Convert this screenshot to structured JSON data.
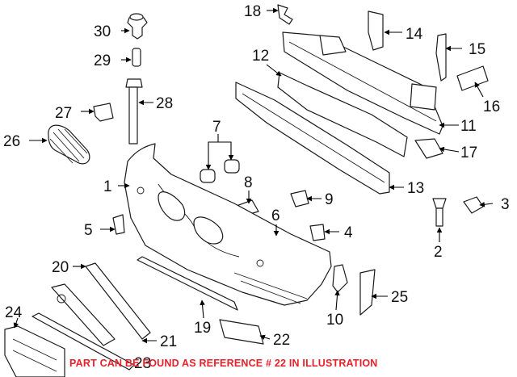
{
  "callouts": {
    "c1": "1",
    "c2": "2",
    "c3": "3",
    "c4": "4",
    "c5": "5",
    "c6": "6",
    "c7": "7",
    "c8": "8",
    "c9": "9",
    "c10": "10",
    "c11": "11",
    "c12": "12",
    "c13": "13",
    "c14": "14",
    "c15": "15",
    "c16": "16",
    "c17": "17",
    "c18": "18",
    "c19": "19",
    "c20": "20",
    "c21": "21",
    "c22": "22",
    "c23": "23",
    "c24": "24",
    "c25": "25",
    "c26": "26",
    "c27": "27",
    "c28": "28",
    "c29": "29",
    "c30": "30"
  },
  "footnote": "PART CAN BE FOUND AS REFERENCE # 22 IN ILLUSTRATION",
  "colors": {
    "footnote": "#e8202a",
    "lines": "#000000",
    "background": "#ffffff"
  }
}
